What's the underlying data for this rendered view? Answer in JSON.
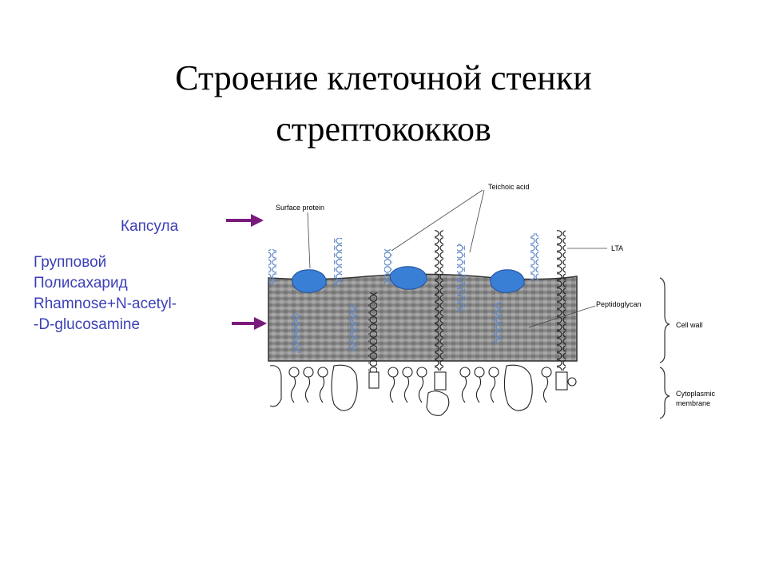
{
  "slide": {
    "title_line1": "Строение клеточной стенки",
    "title_line2": "стрептококков"
  },
  "labels": {
    "capsule": "Капсула",
    "group_polysaccharide": [
      "Групповой",
      "Полисахарид",
      "Rhamnose+N-acetyl-",
      "-D-glucosamine"
    ]
  },
  "diagram": {
    "surface_protein": "Surface protein",
    "teichoic_acid": "Teichoic acid",
    "lta": "LTA",
    "peptidoglycan": "Peptidoglycan",
    "cell_wall": "Cell wall",
    "cytoplasmic_membrane": [
      "Cytoplasmic",
      "membrane"
    ]
  },
  "colors": {
    "label_text": "#3b3fb6",
    "arrow": "#7a1a7a",
    "protein": "#3a7fd6",
    "teichoic": "#5a86c8",
    "wall": "#8c8c8c"
  }
}
